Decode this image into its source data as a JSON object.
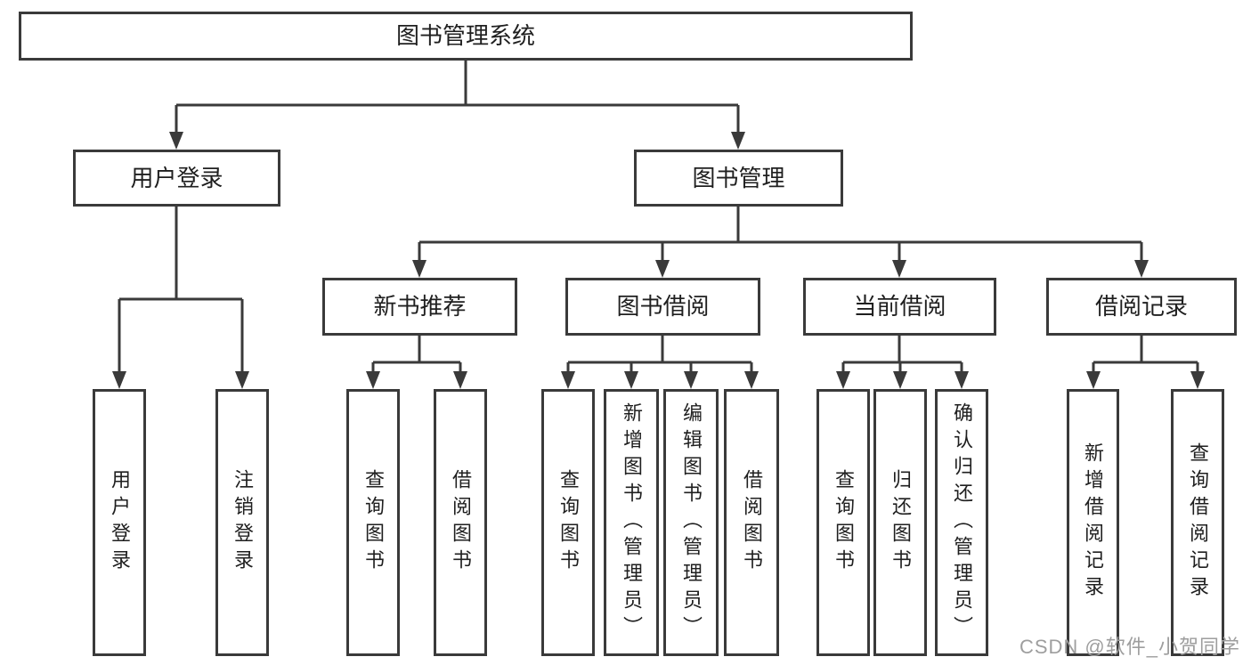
{
  "diagram": {
    "root": "图书管理系统",
    "level2": {
      "user_login": "用户登录",
      "book_mgmt": "图书管理"
    },
    "level3": {
      "new_book_rec": "新书推荐",
      "book_borrow": "图书借阅",
      "current_borrow": "当前借阅",
      "borrow_record": "借阅记录"
    },
    "leaves": {
      "user_login": "用户登录",
      "logout_login": "注销登录",
      "rec_query_book": "查询图书",
      "rec_borrow_book": "借阅图书",
      "bb_query_book": "查询图书",
      "bb_add_book": "新增图书（管理员）",
      "bb_edit_book": "编辑图书（管理员）",
      "bb_borrow_book": "借阅图书",
      "cb_query_book": "查询图书",
      "cb_return_book": "归还图书",
      "cb_confirm_return": "确认归还（管理员）",
      "br_add_record": "新增借阅记录",
      "br_query_record": "查询借阅记录"
    },
    "watermark": "CSDN @软件_小贺同学"
  },
  "colors": {
    "line": "#3a3a3a",
    "text": "#1f1f1f",
    "watermark": "#9e9e9e",
    "background": "#ffffff"
  }
}
